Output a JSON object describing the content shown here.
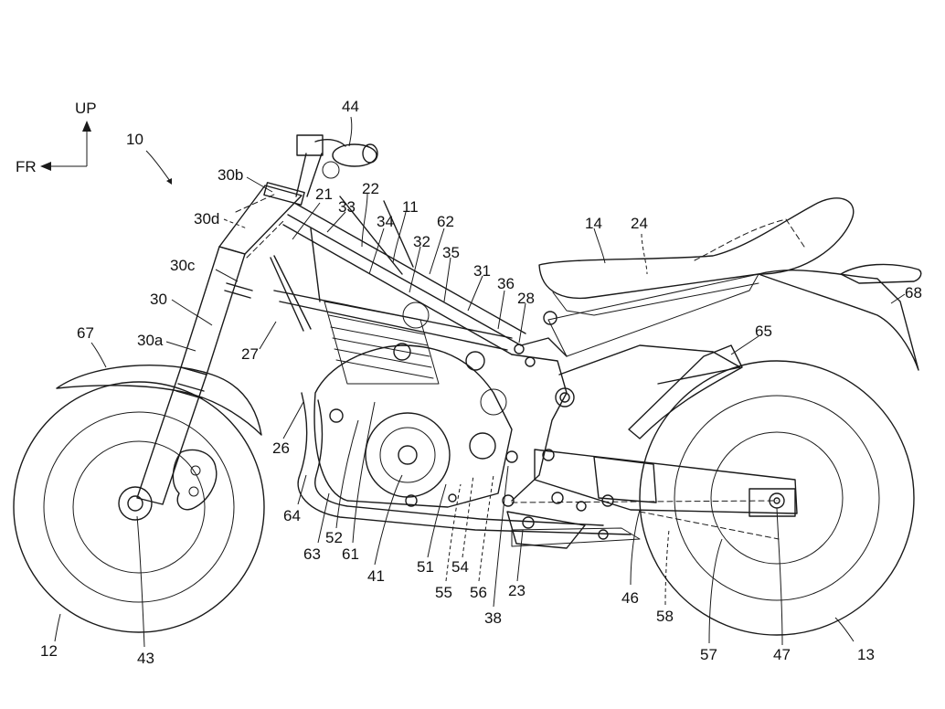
{
  "orientation": {
    "up_label": "UP",
    "front_label": "FR"
  },
  "reference_numerals": {
    "vehicle": "10",
    "front_wheel": "12",
    "rear_wheel": "13",
    "seat": "14",
    "frame": "11",
    "head_pipe": "21",
    "main_frame": "22",
    "pivot": "23",
    "seat_rail": "24",
    "down_frame": "26",
    "sub_frame": "27",
    "bracket_28": "28",
    "front_fork": "30",
    "fork_lower": "30a",
    "fork_top": "30b",
    "fork_clamp": "30c",
    "fork_axis": "30d",
    "pipe_31": "31",
    "pipe_32": "32",
    "pipe_33": "33",
    "pipe_34": "34",
    "pipe_35": "35",
    "pipe_36": "36",
    "element_38": "38",
    "engine_case": "41",
    "front_axle": "43",
    "handlebar": "44",
    "swing_arm": "46",
    "rear_axle": "47",
    "element_51": "51",
    "cylinder": "52",
    "element_54": "54",
    "element_55": "55",
    "element_56": "56",
    "element_57": "57",
    "element_58": "58",
    "element_61": "61",
    "element_62": "62",
    "element_63": "63",
    "element_64": "64",
    "rear_fender": "65",
    "front_fender": "67",
    "tail_cowl": "68"
  },
  "colors": {
    "line": "#1a1a1a",
    "background": "#ffffff"
  }
}
